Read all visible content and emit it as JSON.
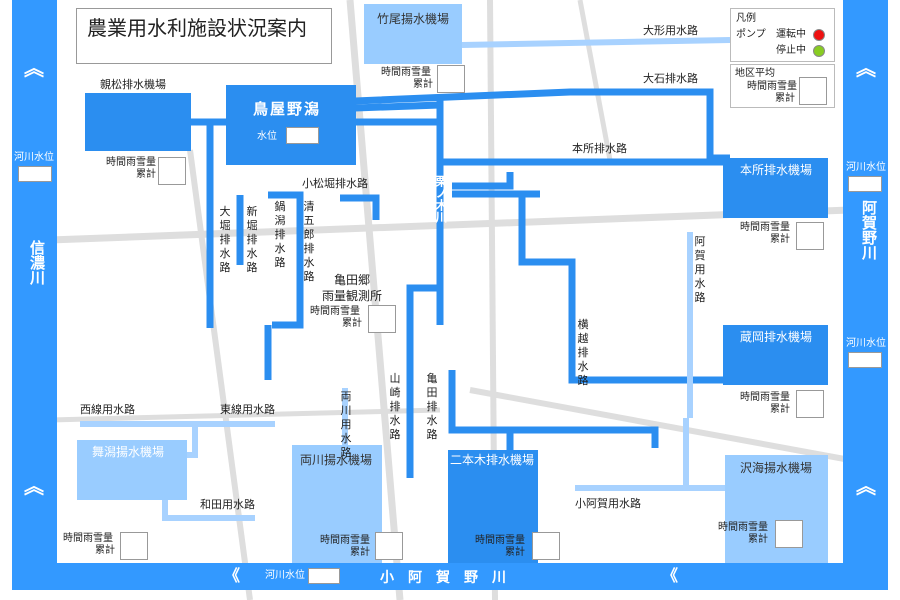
{
  "title": "農業用水利施設状況案内",
  "legend": {
    "title": "凡例",
    "pump": "ポンプ",
    "running": "運転中",
    "stopped": "停止中",
    "running_color": "#ee1111",
    "stopped_color": "#88cc22"
  },
  "area_avg": {
    "label": "地区平均",
    "rain": "時間雨雪量",
    "total": "累計"
  },
  "rain_hour": "時間雨雪量",
  "rain_total": "累計",
  "river_level": "河川水位",
  "water_level": "水位",
  "stations": {
    "shinmatsu": "親松排水機場",
    "toriyano": "鳥屋野潟",
    "takeo": "竹尾揚水機場",
    "honjo": "本所排水機場",
    "kuraoka": "蔵岡排水機場",
    "maigata": "舞潟揚水機場",
    "ryokawa": "両川揚水機場",
    "nihongi": "二本木排水機場",
    "sawaumi": "沢海揚水機場",
    "kameda_rain": "亀田郷\n雨量観測所"
  },
  "rivers": {
    "shinano": "信濃川",
    "aganogawa": "阿賀野川",
    "koaganogawa": "小阿賀野川",
    "kurinoki": "栗ノ木川"
  },
  "channels": {
    "okata_yosui": "大形用水路",
    "oishi_haisui": "大石排水路",
    "honjo_haisui": "本所排水路",
    "komatsubori": "小松堀排水路",
    "ohori": "大堀排水路",
    "shinbori": "新堀排水路",
    "nabegata": "鍋潟排水路",
    "seigoro": "清五郎排水路",
    "aga_yosui": "阿賀用水路",
    "yokogoshi": "横越排水路",
    "yamazaki": "山崎排水路",
    "kameda_haisui": "亀田排水路",
    "ryokawa_yosui": "両川用水路",
    "nishisen": "西線用水路",
    "higashisen": "東線用水路",
    "wada": "和田用水路",
    "koaga_yosui": "小阿賀用水路"
  },
  "colors": {
    "river": "#3399ff",
    "channel": "#2b8ef0",
    "light_channel": "#99ccff",
    "station_dark": "#2b8ef0",
    "station_light": "#99ccff",
    "road": "#dddddd"
  }
}
